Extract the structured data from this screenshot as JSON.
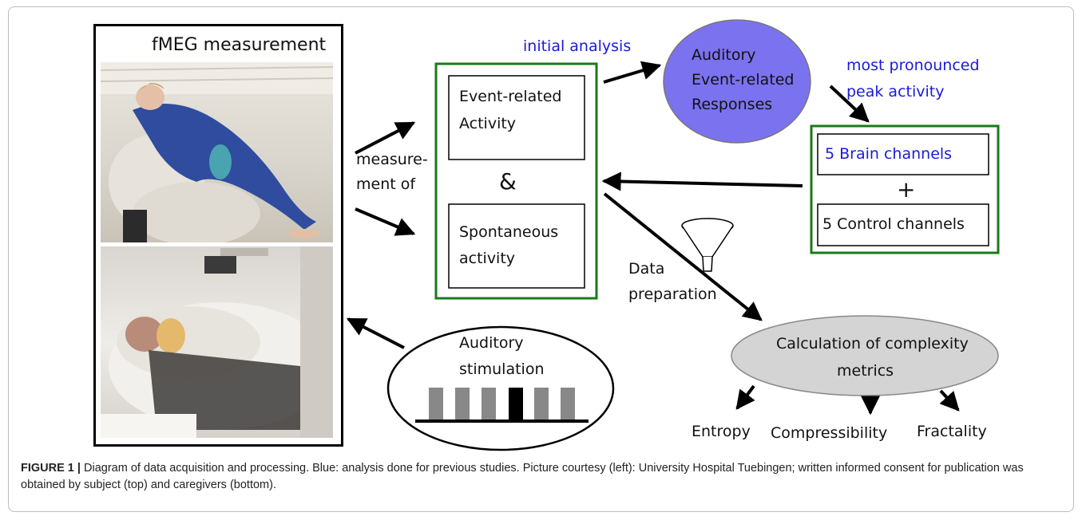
{
  "diagram": {
    "photo_panel_title": "fMEG measurement",
    "initial_analysis": "initial analysis",
    "auditory_erp": [
      "Auditory",
      "Event-related",
      "Responses"
    ],
    "most_pronounced": [
      "most pronounced",
      "peak activity"
    ],
    "event_related": [
      "Event-related",
      "Activity"
    ],
    "ampersand": "&",
    "spontaneous": [
      "Spontaneous",
      "activity"
    ],
    "measurement_of": [
      "measure-",
      "ment of"
    ],
    "brain_channels": "5 Brain channels",
    "plus": "+",
    "control_channels": "5 Control channels",
    "data_preparation": [
      "Data",
      "preparation"
    ],
    "calculation": [
      "Calculation of complexity",
      "metrics"
    ],
    "outputs": [
      "Entropy",
      "Compressibility",
      "Fractality"
    ],
    "auditory_stimulation": [
      "Auditory",
      "stimulation"
    ]
  },
  "caption": {
    "label": "FIGURE 1",
    "separator": "|",
    "text": "Diagram of data acquisition and processing. Blue: analysis done for previous studies. Picture courtesy (left): University Hospital Tuebingen; written informed consent for publication was obtained by subject (top) and caregivers (bottom)."
  },
  "colors": {
    "blue_text": "#1a1adb",
    "green_border": "#1a7a1a",
    "ellipse_blue": "#7b72f0",
    "ellipse_gray": "#d4d4d4"
  }
}
